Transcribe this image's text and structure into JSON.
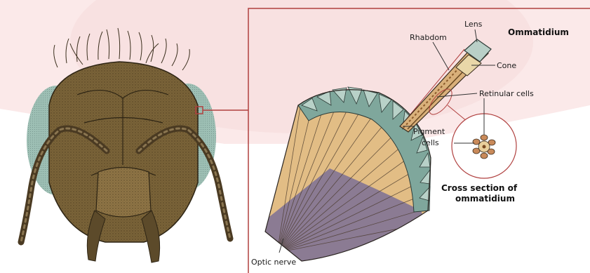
{
  "labels": {
    "lens": "Lens",
    "rhabdom": "Rhabdom",
    "ommatidium_title": "Ommatidium",
    "cone": "Cone",
    "retinular_cells": "Retinular cells",
    "pigment_cells_1": "Pigment",
    "pigment_cells_2": "cells",
    "cross_section_1": "Cross section of",
    "cross_section_2": "ommatidium",
    "optic_nerve": "Optic nerve"
  },
  "colors": {
    "background_band": "#fbe9e9",
    "frame_line": "#b0403f",
    "head_brown": "#7a6338",
    "eye_teal": "#8fb3a8",
    "fan_tan": "#e2bd85",
    "fan_purple": "#8b7b93",
    "facet_teal": "#5f938a"
  }
}
